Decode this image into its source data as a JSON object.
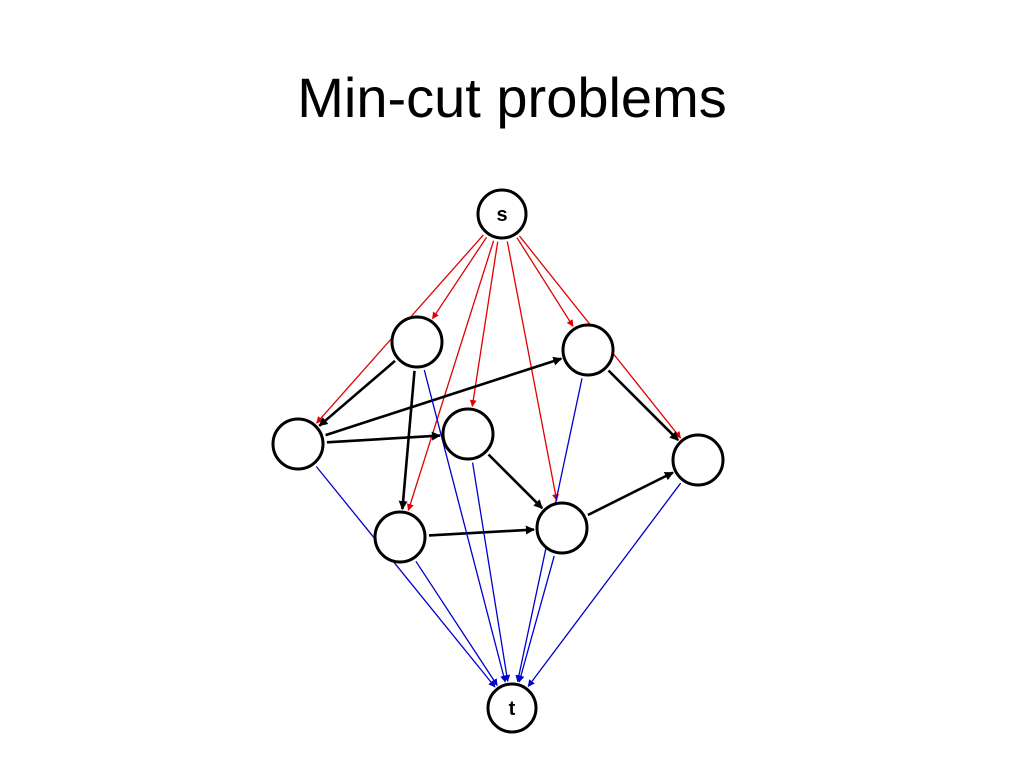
{
  "title": "Min-cut problems",
  "colors": {
    "source_edges": "#e00000",
    "sink_edges": "#0000cc",
    "inner_edges": "#000000",
    "node_stroke": "#000000"
  },
  "nodes": [
    {
      "id": "s",
      "label": "s",
      "kind": "source"
    },
    {
      "id": "a",
      "label": "",
      "kind": "inner"
    },
    {
      "id": "b",
      "label": "",
      "kind": "inner"
    },
    {
      "id": "c",
      "label": "",
      "kind": "inner"
    },
    {
      "id": "d",
      "label": "",
      "kind": "inner"
    },
    {
      "id": "e",
      "label": "",
      "kind": "inner"
    },
    {
      "id": "f",
      "label": "",
      "kind": "inner"
    },
    {
      "id": "g",
      "label": "",
      "kind": "inner"
    },
    {
      "id": "t",
      "label": "t",
      "kind": "sink"
    }
  ],
  "edges": [
    {
      "from": "s",
      "to": "a",
      "kind": "source"
    },
    {
      "from": "s",
      "to": "b",
      "kind": "source"
    },
    {
      "from": "s",
      "to": "c",
      "kind": "source"
    },
    {
      "from": "s",
      "to": "d",
      "kind": "source"
    },
    {
      "from": "s",
      "to": "e",
      "kind": "source"
    },
    {
      "from": "s",
      "to": "f",
      "kind": "source"
    },
    {
      "from": "s",
      "to": "g",
      "kind": "source"
    },
    {
      "from": "a",
      "to": "b",
      "kind": "inner"
    },
    {
      "from": "a",
      "to": "e",
      "kind": "inner"
    },
    {
      "from": "b",
      "to": "c",
      "kind": "inner"
    },
    {
      "from": "b",
      "to": "d",
      "kind": "inner"
    },
    {
      "from": "d",
      "to": "f",
      "kind": "inner"
    },
    {
      "from": "c",
      "to": "g",
      "kind": "inner"
    },
    {
      "from": "e",
      "to": "f",
      "kind": "inner"
    },
    {
      "from": "f",
      "to": "g",
      "kind": "inner"
    },
    {
      "from": "a",
      "to": "t",
      "kind": "sink"
    },
    {
      "from": "b",
      "to": "t",
      "kind": "sink"
    },
    {
      "from": "c",
      "to": "t",
      "kind": "sink"
    },
    {
      "from": "d",
      "to": "t",
      "kind": "sink"
    },
    {
      "from": "e",
      "to": "t",
      "kind": "sink"
    },
    {
      "from": "f",
      "to": "t",
      "kind": "sink"
    },
    {
      "from": "g",
      "to": "t",
      "kind": "sink"
    }
  ]
}
